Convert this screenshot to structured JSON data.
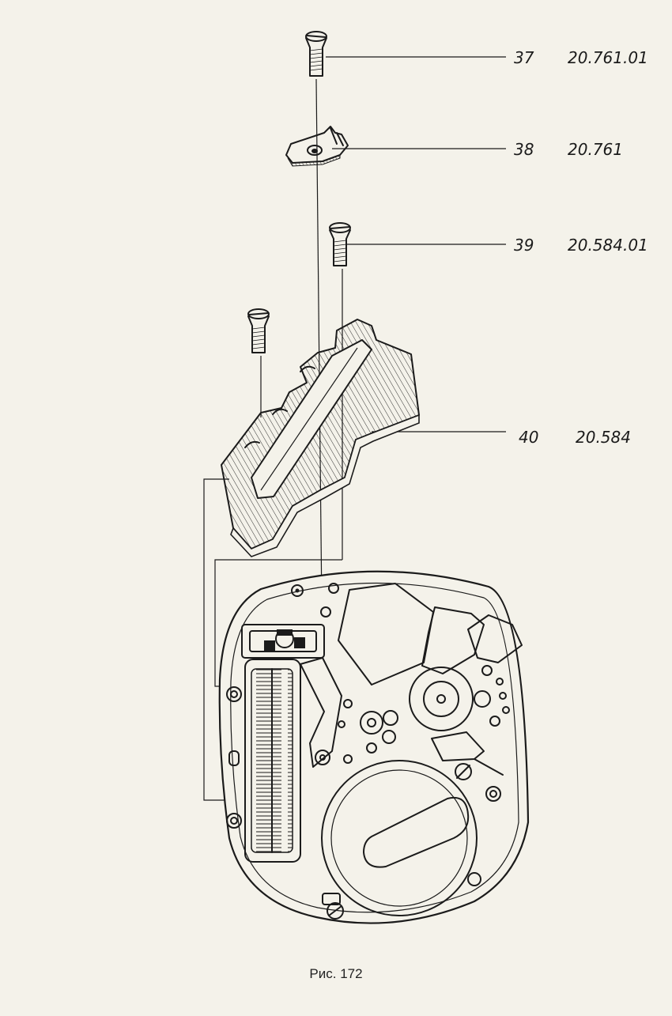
{
  "figure": {
    "caption": "Рис. 172",
    "callouts": [
      {
        "number": "37",
        "part_code": "20.761.01"
      },
      {
        "number": "38",
        "part_code": "20.761"
      },
      {
        "number": "39",
        "part_code": "20.584.01"
      },
      {
        "number": "40",
        "part_code": "20.584"
      }
    ]
  }
}
